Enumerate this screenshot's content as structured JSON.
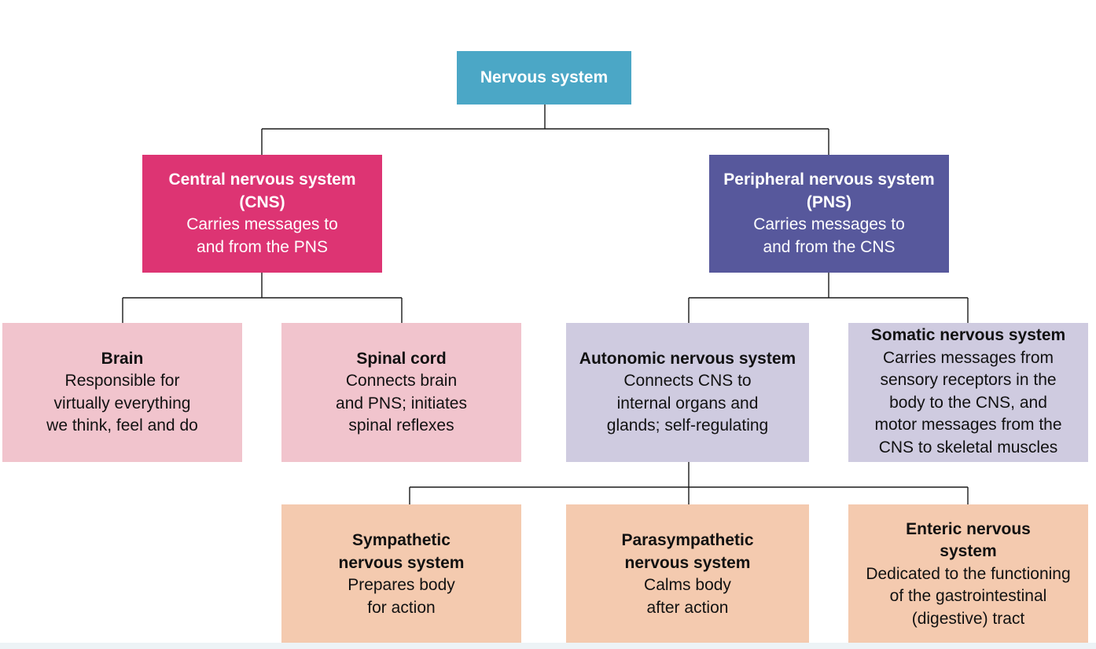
{
  "colors": {
    "root": "#4ba7c6",
    "cns": "#dd3473",
    "pns": "#57589c",
    "cns_children": "#f1c4cd",
    "pns_children": "#cfcbe0",
    "autonomic_children": "#f4caaf",
    "connector": "#1a1a1a"
  },
  "nodes": {
    "root": {
      "title": "Nervous system"
    },
    "cns": {
      "title": "Central nervous system\n(CNS)",
      "desc": "Carries messages to\nand from the PNS"
    },
    "pns": {
      "title": "Peripheral nervous system\n(PNS)",
      "desc": "Carries messages to\nand from the CNS"
    },
    "brain": {
      "title": "Brain",
      "desc": "Responsible for\nvirtually everything\nwe think, feel and do"
    },
    "spinal": {
      "title": "Spinal cord",
      "desc": "Connects brain\nand PNS; initiates\nspinal reflexes"
    },
    "autonomic": {
      "title": "Autonomic nervous system",
      "desc": "Connects CNS to\ninternal organs and\nglands; self-regulating"
    },
    "somatic": {
      "title": "Somatic nervous system",
      "desc": "Carries messages from\nsensory receptors in the\nbody to the CNS, and\nmotor messages from the\nCNS to skeletal muscles"
    },
    "sympathetic": {
      "title": "Sympathetic\nnervous system",
      "desc": "Prepares body\nfor action"
    },
    "parasympathetic": {
      "title": "Parasympathetic\nnervous system",
      "desc": "Calms body\nafter action"
    },
    "enteric": {
      "title": "Enteric nervous\nsystem",
      "desc": "Dedicated to the functioning\nof the gastrointestinal\n(digestive) tract"
    }
  }
}
